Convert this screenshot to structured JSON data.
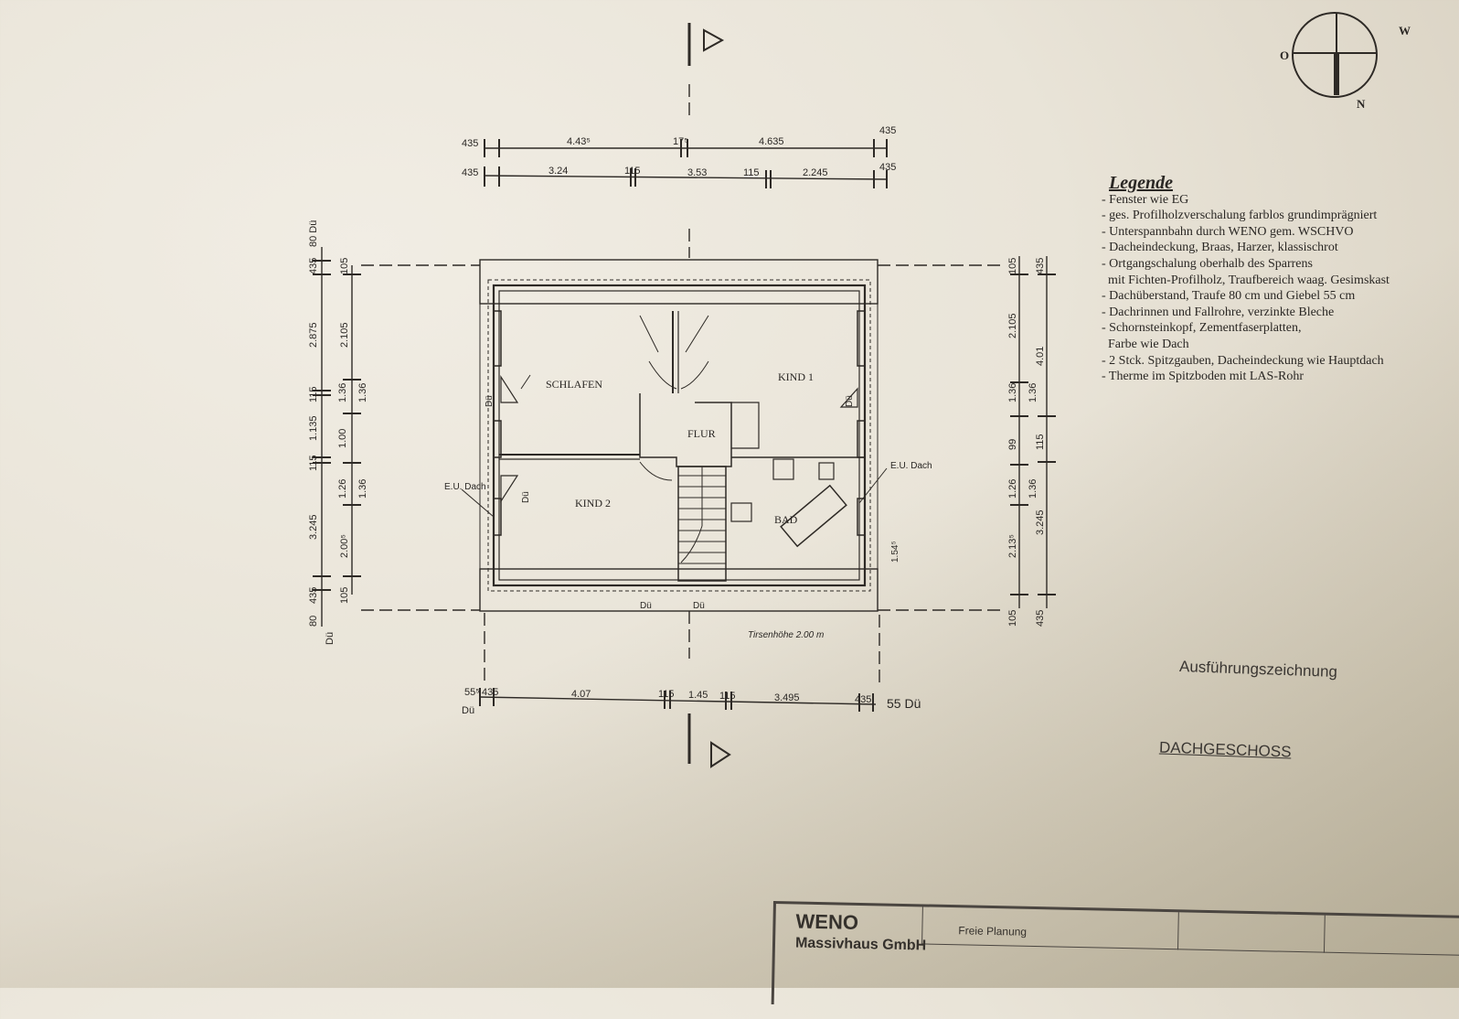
{
  "compass": {
    "west": "W",
    "east": "O",
    "north": "N"
  },
  "dims_top_row1": [
    "435",
    "4.43⁵",
    "17⁵",
    "4.635",
    "435"
  ],
  "dims_top_row2": [
    "435",
    "3.24",
    "115",
    "3.53",
    "115",
    "2.245",
    "435"
  ],
  "dims_bottom": [
    "55⁵",
    "435",
    "4.07",
    "115",
    "1.45",
    "115",
    "3.495",
    "435",
    "55 Dü"
  ],
  "dims_bottom_extra": "Dü",
  "dims_left_outer": [
    "435",
    "80 Dü",
    "2.875",
    "115",
    "1.135",
    "115",
    "3.245",
    "80",
    "435",
    "Dü"
  ],
  "dims_left_inner": [
    "105",
    "2.105",
    "1.36",
    "1.36",
    "1.00",
    "1.26",
    "1.36",
    "2.00⁵",
    "105"
  ],
  "dims_right_outer": [
    "435",
    "4.01",
    "115",
    "3.245",
    "435"
  ],
  "dims_right_inner": [
    "105",
    "2.105",
    "1.36",
    "1.36",
    "99",
    "1.26",
    "1.36",
    "2.13⁵",
    "105"
  ],
  "rooms": {
    "schlafen": "SCHLAFEN",
    "kind1": "KIND 1",
    "kind2": "KIND 2",
    "flur": "FLUR",
    "bad": "BAD"
  },
  "annotations": {
    "eu_dach_left": "E.U. Dach",
    "eu_dach_right": "E.U. Dach",
    "dh": "Dü",
    "firsthoehe": "Tirsenhöhe 2.00 m",
    "dim_154": "1.54⁵"
  },
  "legend": {
    "title": "Legende",
    "items": [
      "- Fenster wie EG",
      "- ges. Profilholzverschalung farblos grundimprägniert",
      "- Unterspannbahn durch WENO gem. WSCHVO",
      "- Dacheindeckung, Braas, Harzer, klassischrot",
      "- Ortgangschalung oberhalb des Sparrens",
      "  mit Fichten-Profilholz, Traufbereich waag. Gesimskast",
      "- Dachüberstand, Traufe 80 cm und Giebel 55 cm",
      "- Dachrinnen und Fallrohre, verzinkte Bleche",
      "- Schornsteinkopf, Zementfaserplatten,",
      "  Farbe wie Dach",
      "- 2 Stck. Spitzgauben, Dacheindeckung wie Hauptdach",
      "- Therme im Spitzboden mit LAS-Rohr"
    ]
  },
  "drawing_type": "Ausführungszeichnung",
  "floor_name": "DACHGESCHOSS",
  "title_block": {
    "company1": "WENO",
    "company2": "Massivhaus GmbH",
    "project": "Freie Planung"
  }
}
